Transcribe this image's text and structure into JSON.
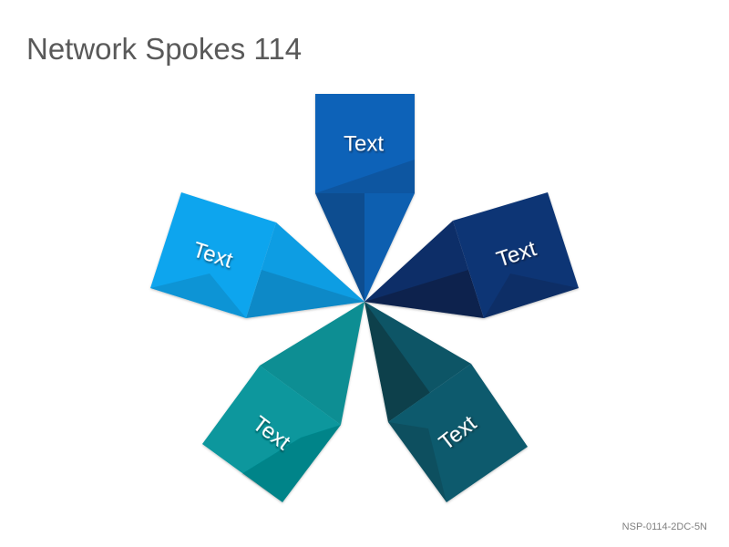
{
  "title": "Network Spokes 114",
  "footer_code": "NSP-0114-2DC-5N",
  "spokes": [
    {
      "label": "Text",
      "color": "#0b62b8"
    },
    {
      "label": "Text",
      "color": "#0d2f68"
    },
    {
      "label": "Text",
      "color": "#0a5466"
    },
    {
      "label": "Text",
      "color": "#07979d"
    },
    {
      "label": "Text",
      "color": "#0ba5ee"
    }
  ]
}
